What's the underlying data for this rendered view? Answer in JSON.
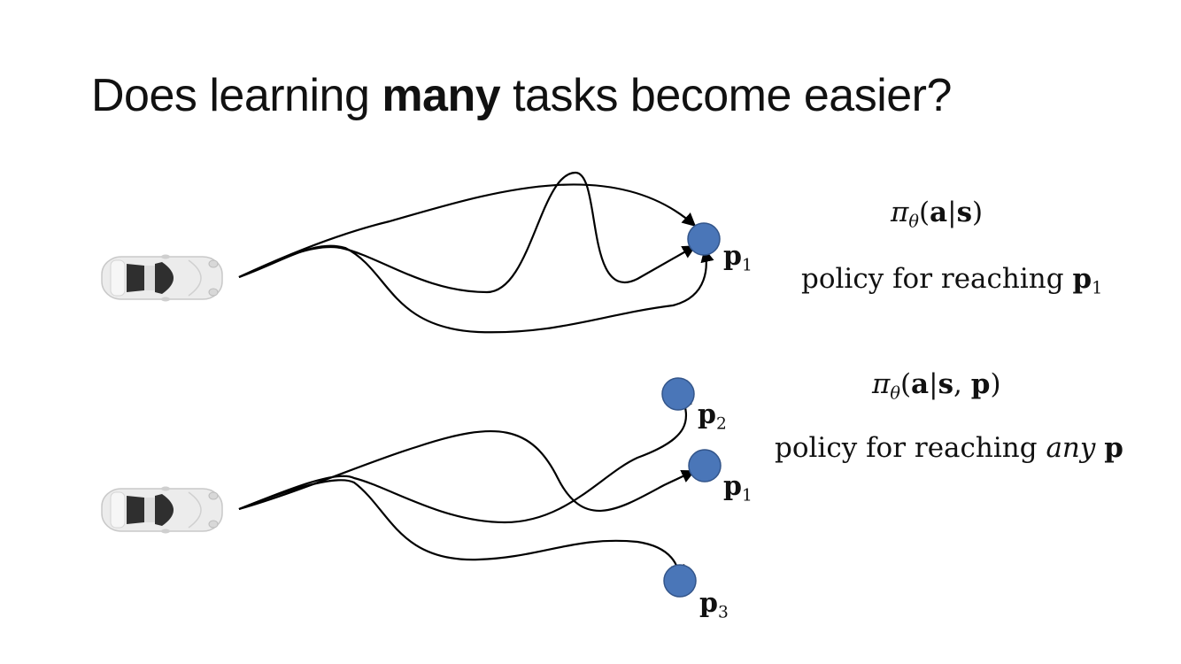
{
  "slide": {
    "title": {
      "prefix": "Does learning ",
      "emphasis": "many",
      "suffix": " tasks become easier?"
    },
    "top_panel": {
      "goal_label": {
        "symbol": "p",
        "subscript": "1"
      },
      "formula": {
        "pi": "π",
        "theta": "θ",
        "body": "(",
        "a": "a",
        "bar": "|",
        "s": "s",
        "close": ")"
      },
      "caption": {
        "text": "policy for reaching ",
        "symbol": "p",
        "subscript": "1"
      }
    },
    "bottom_panel": {
      "goal_labels": [
        {
          "symbol": "p",
          "subscript": "2"
        },
        {
          "symbol": "p",
          "subscript": "1"
        },
        {
          "symbol": "p",
          "subscript": "3"
        }
      ],
      "formula": {
        "pi": "π",
        "theta": "θ",
        "open": "(",
        "a": "a",
        "bar": "|",
        "s": "s",
        "comma": ", ",
        "p": "p",
        "close": ")"
      },
      "caption": {
        "text": "policy for reaching ",
        "italic": "any",
        "space": " ",
        "symbol": "p"
      }
    },
    "colors": {
      "goal_fill": "#4a76b8",
      "goal_stroke": "#33558a",
      "trajectory": "#000000",
      "car_body": "#ececec",
      "car_glass": "#2f2f2f"
    },
    "icons": [
      "car-icon",
      "goal-circle-icon",
      "arrowhead-icon"
    ]
  }
}
